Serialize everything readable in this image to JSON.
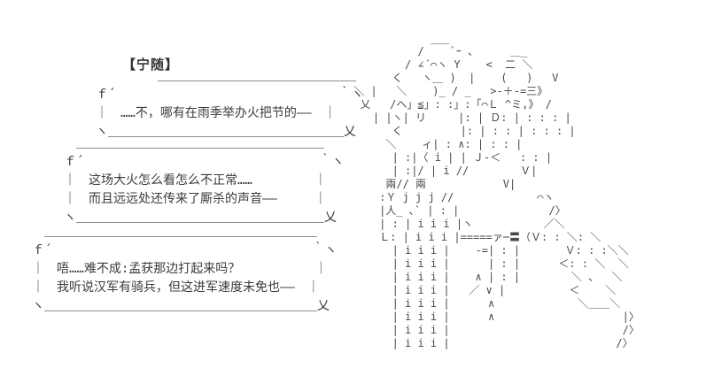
{
  "scene": {
    "colors": {
      "background": "#ffffff",
      "text": "#3b3b3b",
      "art": "#4a4a4a"
    },
    "character_name": "【宁随】",
    "dialogue": [
      "……不，哪有在雨季举办火把节的——",
      "这场大火怎么看怎么不正常……",
      "而且远远处还传来了厮杀的声音——",
      "唔……难不成:孟获那边打起来吗？",
      "我听说汉军有骑兵，但这进军速度未免也——"
    ],
    "bubbles": [
      {
        "lines": [
          "　　　　　＿＿＿＿＿＿＿＿＿＿＿＿＿＿＿＿",
          "ｆ´　　　　　　　　　　　　　　　　　　｀ヽ",
          "｜　……不，哪有在雨季举办火把节的——　｜",
          "ヽ＿＿＿＿＿＿＿＿＿＿＿＿＿＿＿＿＿＿＿乂"
        ]
      },
      {
        "lines": [
          "　＿＿＿＿＿＿＿＿＿＿＿＿＿＿＿＿＿＿＿＿",
          "ｆ´　　　　　　　　　　　　　　　　　　　｀ヽ",
          "｜　这场大火怎么看怎么不正常……　　　　　｜",
          "｜　而且远远处还传来了厮杀的声音——　　　｜",
          "ヽ＿＿＿＿＿＿＿＿＿＿＿＿＿＿＿＿＿＿＿＿乂"
        ]
      },
      {
        "lines": [
          "　＿＿＿＿＿＿＿＿＿＿＿＿＿＿＿＿＿＿＿＿＿＿",
          "ｆ´　　　　　　　　　　　　　　　　　　　　　｀ヽ",
          "｜　唔……难不成:孟获那边打起来吗？　　　　　　｜",
          "｜　我听说汉军有骑兵，但这进军速度未免也——　｜",
          "ヽ＿＿＿＿＿＿＿＿＿＿＿＿＿＿＿＿＿＿＿＿＿＿乂"
        ]
      }
    ],
    "ascii_art": {
      "description": "AA figure of an armored rider holding a lance",
      "lines": [
        "             ___",
        "           /    `ｰ 、     ＿_",
        "         / ∠´⌒ヽ Y    <  二 ＼",
        "       く   ヽ＿ )  |    (   )   V",
        " ＼ |   ＼    )_ / _   >-＋-=三》",
        "  乂   /ヘ」≦」: :」:「⌒Ｌ ^ミ,》 /",
        "    | |ヽ| リ     |: | Ｄ: | : : : |",
        "       く         |: | : : | : : : |",
        "      ＼    ィ| : ∧: | : : |",
        "       | :|〈 i | | Ｊ-＜   : : |",
        "       | :|/ | i //        Ｖ|",
        "      兩// 兩            V|",
        "     :Ｙ j j j //             ⌒ヽ",
        "     |人_ ､` | : |              /〉",
        "     | : | i i i |ヽ           ／＼",
        "     Ｌ: | i i i |=====ァ─〓（Ｖ: : ＼: ＼",
        "       | i i i |    -=| : |       Ｖ: : :＼＼",
        "       | i i i |      | : |      ＜: : ＼  ＼",
        "       | i i i |    ∧ | : |        ＼ 、  ＼",
        "       | i i i |   ／ ∨ |          ＜    ＼",
        "       | i i i |      ∧             ＼＿＿＼",
        "       | i i i |      ∧                    |〉",
        "       | i i i |                           /〉",
        "       | i i i |                          /〉"
      ]
    }
  }
}
